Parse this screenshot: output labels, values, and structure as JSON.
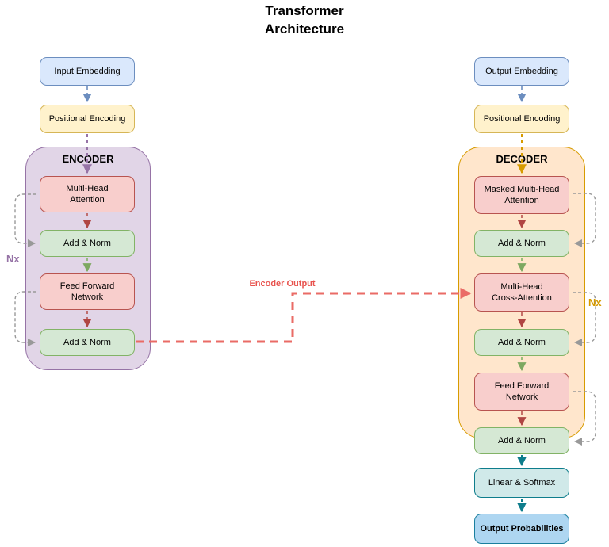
{
  "title": {
    "text": "Transformer\nArchitecture"
  },
  "encoder": {
    "input_embedding": "Input Embedding",
    "positional_encoding": "Positional Encoding",
    "label": "ENCODER",
    "nx": "Nx",
    "blocks": {
      "multi_head_attention": "Multi-Head\nAttention",
      "add_norm_1": "Add & Norm",
      "feed_forward": "Feed Forward\nNetwork",
      "add_norm_2": "Add & Norm"
    }
  },
  "decoder": {
    "output_embedding": "Output Embedding",
    "positional_encoding": "Positional Encoding",
    "label": "DECODER",
    "nx": "Nx",
    "blocks": {
      "masked_multi_head_attention": "Masked Multi-Head\nAttention",
      "add_norm_1": "Add & Norm",
      "cross_attention": "Multi-Head\nCross-Attention",
      "add_norm_2": "Add & Norm",
      "feed_forward": "Feed Forward\nNetwork",
      "add_norm_3": "Add & Norm"
    },
    "linear_softmax": "Linear & Softmax",
    "output_probabilities": "Output Probabilities"
  },
  "annotations": {
    "encoder_output": "Encoder Output"
  },
  "colors": {
    "embedding_fill": "#dae8fc",
    "embedding_border": "#6c8ebf",
    "positional_fill": "#fff2cc",
    "positional_border": "#d6b656",
    "attention_fill": "#f8cecc",
    "attention_border": "#b85450",
    "addnorm_fill": "#d5e8d4",
    "addnorm_border": "#82b366",
    "encoder_fill": "#e1d5e7",
    "encoder_border": "#9673a6",
    "decoder_fill": "#ffe6cc",
    "decoder_border": "#d79b00",
    "linear_fill": "#d0e9e9",
    "linear_border": "#0e7d8c",
    "output_fill": "#aed6f1",
    "output_border": "#1a7f9e",
    "skip_connection_gray": "#999999",
    "encoder_output_red": "#ea6b66",
    "nx_encoder_purple": "#9673a6",
    "nx_decoder_gold": "#d79b00"
  }
}
